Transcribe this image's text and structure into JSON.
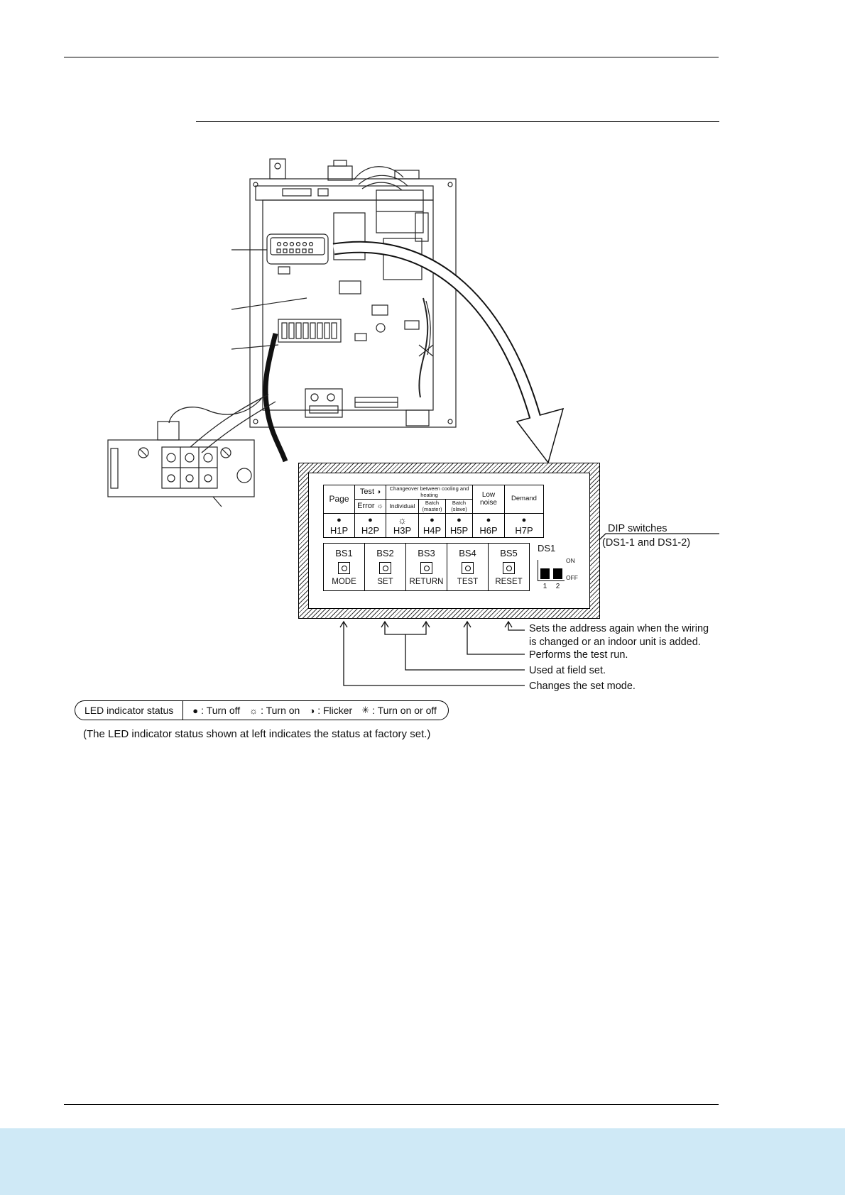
{
  "page": {
    "footer_color": "#cfe9f6"
  },
  "panel": {
    "header": {
      "page": "Page",
      "test": "Test",
      "test_symbol": "◑",
      "error": "Error",
      "error_symbol": "☼",
      "changeover": "Changeover between cooling and heating",
      "individual": "Individual",
      "batch_master": "Batch (master)",
      "batch_slave": "Batch (slave)",
      "low_noise": "Low noise",
      "demand": "Demand"
    },
    "leds": [
      {
        "label": "H1P",
        "symbol": "●"
      },
      {
        "label": "H2P",
        "symbol": "●"
      },
      {
        "label": "H3P",
        "symbol": "☼"
      },
      {
        "label": "H4P",
        "symbol": "●"
      },
      {
        "label": "H5P",
        "symbol": "●"
      },
      {
        "label": "H6P",
        "symbol": "●"
      },
      {
        "label": "H7P",
        "symbol": "●"
      }
    ],
    "buttons": [
      {
        "id": "BS1",
        "label": "MODE"
      },
      {
        "id": "BS2",
        "label": "SET"
      },
      {
        "id": "BS3",
        "label": "RETURN"
      },
      {
        "id": "BS4",
        "label": "TEST"
      },
      {
        "id": "BS5",
        "label": "RESET"
      }
    ],
    "dip": {
      "label": "DS1",
      "on": "ON",
      "off": "OFF",
      "pos1": "1",
      "pos2": "2"
    }
  },
  "annotations": {
    "dip_title": "DIP switches",
    "dip_sub": "(DS1-1 and DS1-2)",
    "reset": "Sets the address again when the wiring is changed or an indoor unit is added.",
    "test": "Performs the test run.",
    "field": "Used at field set.",
    "mode": "Changes the set mode."
  },
  "legend": {
    "title": "LED indicator status",
    "items": [
      {
        "symbol": "●",
        "text": ": Turn off"
      },
      {
        "symbol": "☼",
        "text": ": Turn on"
      },
      {
        "symbol": "◑",
        "text": ": Flicker"
      },
      {
        "symbol": "✳",
        "text": ": Turn on or off"
      }
    ]
  },
  "note": "(The LED indicator status shown at left indicates the status at factory set.)"
}
